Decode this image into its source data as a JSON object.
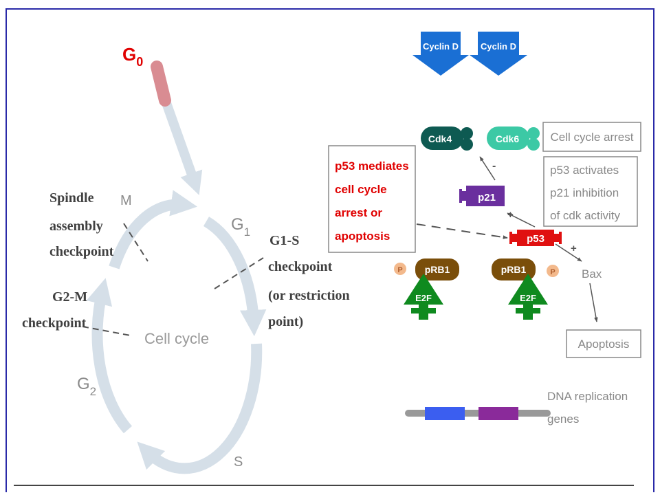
{
  "colors": {
    "frame": "#2a2aa8",
    "cycle_arrow": "#d5dfe8",
    "g0_tail": "#d98c92",
    "g0_label": "#e00000",
    "phase_label": "#8a8a8a",
    "checkpoint_label": "#404040",
    "cyclin": "#1a6fd4",
    "cdk4": "#0e5a52",
    "cdk6": "#3cc9a5",
    "p21": "#6a2f9e",
    "p53": "#e01010",
    "prb1": "#7a4e0a",
    "e2f": "#0f8a1f",
    "phospho": "#f3b98c",
    "gene_blue": "#3b5ef0",
    "gene_purple": "#8a2a9a",
    "dna_line": "#999999",
    "box_border": "#888888",
    "mediates_text": "#e00000",
    "arrow": "#555555",
    "bottom_rule": "#444444"
  },
  "cycle": {
    "g0_base": "G",
    "g0_sub": "0",
    "g1_base": "G",
    "g1_sub": "1",
    "g2_base": "G",
    "g2_sub": "2",
    "m_label": "M",
    "s_label": "S",
    "center_label": "Cell cycle"
  },
  "checkpoints": {
    "spindle_line1": "Spindle",
    "spindle_line2": "assembly",
    "spindle_line3": "checkpoint",
    "g2m_line1": "G2-M",
    "g2m_line2": "checkpoint",
    "g1s_line1": "G1-S",
    "g1s_line2": "checkpoint",
    "g1s_line3": "(or restriction",
    "g1s_line4": "point)"
  },
  "pathway": {
    "cyclin_d_1": "Cyclin D",
    "cyclin_d_2": "Cyclin D",
    "cdk4": "Cdk4",
    "cdk6": "Cdk6",
    "p21": "p21",
    "p53": "p53",
    "prb1_left": "pRB1",
    "prb1_right": "pRB1",
    "e2f_left": "E2F",
    "e2f_right": "E2F",
    "p_left": "P",
    "p_right": "P",
    "bax": "Bax",
    "minus_sign": "-",
    "plus_p21": "+",
    "plus_bax": "+",
    "cell_cycle_arrest": "Cell cycle arrest",
    "activates_line1": "p53  activates",
    "activates_line2": "p21 inhibition",
    "activates_line3": "of cdk activity",
    "mediates_line1": "p53 mediates",
    "mediates_line2": "cell cycle",
    "mediates_line3": "arrest or",
    "mediates_line4": "apoptosis",
    "apoptosis": "Apoptosis",
    "dna_line1": "DNA replication",
    "dna_line2": "genes"
  }
}
